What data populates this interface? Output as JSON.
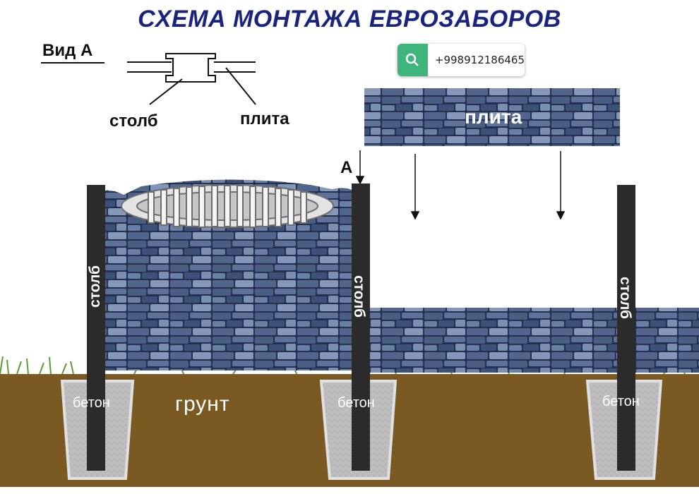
{
  "title": "СХЕМА МОНТАЖА ЕВРОЗАБОРОВ",
  "view_label": "Вид А",
  "labels": {
    "post": "столб",
    "slab": "плита",
    "marker_a": "А",
    "concrete": "бетон",
    "ground": "грунт"
  },
  "phone": "+998912186465",
  "icons": [
    "search-icon",
    "arrow-down-icon"
  ],
  "colors": {
    "title": "#1a237e",
    "stone_dark": "#1d2a44",
    "stone_mid": "#3a4d70",
    "stone_light": "#7c8fb0",
    "post": "#2b2b2b",
    "soil": "#7a5a22",
    "concrete": "#b9b9b9",
    "grass": "#5d9a3b",
    "accent": "#3eb57a"
  }
}
